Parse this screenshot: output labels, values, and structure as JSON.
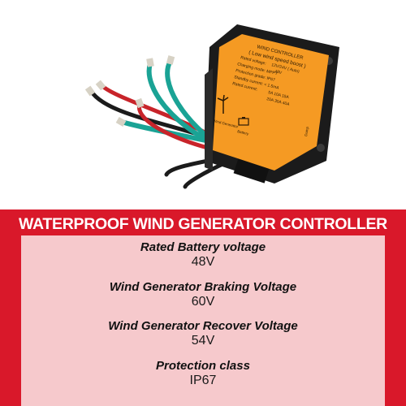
{
  "colors": {
    "banner_red": "#d9182a",
    "panel_pink": "#f6c9cc",
    "controller_orange": "#f59a23",
    "wire_teal": "#1aa395",
    "wire_red": "#c8242a",
    "housing_black": "#1b1b1b"
  },
  "product": {
    "label_title": "WIND CONTROLLER",
    "label_subtitle": "( Low wind speed boost )",
    "label_lines": [
      "Rated voltage:",
      "12V/24V ( Auto)",
      "48V",
      "Charging mode: MPPT",
      "Protection grade: IP67",
      "Standby current: < 1.5mA",
      "Rated current:",
      "5A  10A  15A",
      "20A  30A  40A"
    ],
    "terminal_labels": [
      "Wind Generator",
      "Battery",
      "Dump"
    ],
    "icons": [
      "wind-turbine-icon",
      "battery-icon"
    ]
  },
  "banner": {
    "title": "WATERPROOF WIND GENERATOR CONTROLLER"
  },
  "specs": [
    {
      "label": "Rated Battery voltage",
      "value": "48V"
    },
    {
      "label": "Wind Generator Braking Voltage",
      "value": "60V"
    },
    {
      "label": "Wind Generator Recover Voltage",
      "value": "54V"
    },
    {
      "label": "Protection class",
      "value": "IP67"
    }
  ]
}
